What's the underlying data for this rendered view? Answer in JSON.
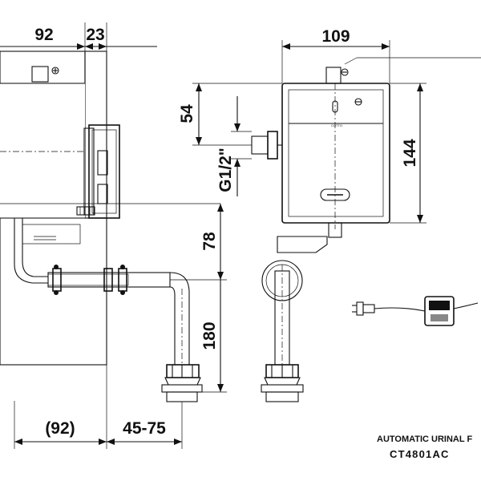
{
  "dimensions": {
    "wall_depth": "92",
    "cover_depth": "23",
    "box_width": "109",
    "top_section_height": "54",
    "body_height": "144",
    "thread_size": "G1/2\"",
    "inlet_height": "78",
    "outlet_height": "180",
    "wall_depth_bottom": "(92)",
    "pipe_range": "45-75"
  },
  "product": {
    "title": "AUTOMATIC URINAL F",
    "model": "CT4801AC",
    "brand": "COTTO"
  },
  "icons": [
    "ac-adapter-icon",
    "power-plug-icon"
  ]
}
